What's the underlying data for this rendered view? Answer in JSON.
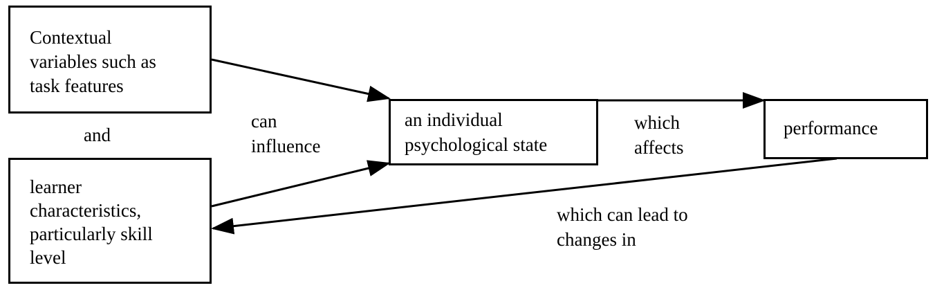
{
  "boxes": {
    "contextual": [
      "Contextual",
      "variables such as",
      "task features"
    ],
    "learner": [
      "learner",
      "characteristics,",
      "particularly skill",
      "level"
    ],
    "state": [
      "an individual",
      "psychological state"
    ],
    "performance": [
      "performance"
    ]
  },
  "labels": {
    "and": "and",
    "can_influence": [
      "can",
      "influence"
    ],
    "which_affects": [
      "which",
      "affects"
    ],
    "which_can_lead": [
      "which can lead to",
      "changes in"
    ]
  }
}
